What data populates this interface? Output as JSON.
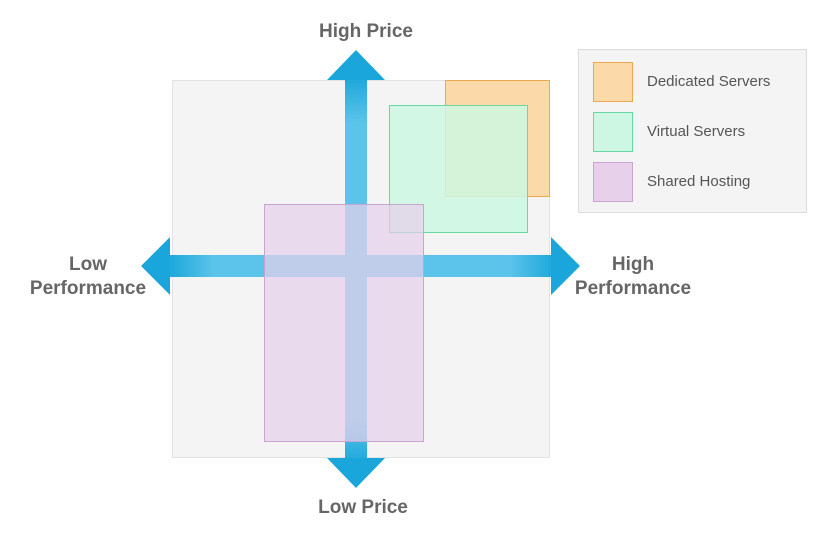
{
  "axes": {
    "top_label": "High Price",
    "bottom_label": "Low Price",
    "left_label": [
      "Low",
      "Performance"
    ],
    "right_label": [
      "High",
      "Performance"
    ]
  },
  "legend": {
    "items": [
      {
        "label": "Dedicated Servers",
        "fill": "#fbd9a8",
        "stroke": "#f0a850"
      },
      {
        "label": "Virtual Servers",
        "fill": "#cdf7e2",
        "stroke": "#6ad8a2"
      },
      {
        "label": "Shared Hosting",
        "fill": "#e6d0ea",
        "stroke": "#c9a4d0"
      }
    ]
  },
  "colors": {
    "arrow": "#1aa6da",
    "arrow_light": "#5cc4ea",
    "label": "#666666",
    "plot_background": "#f4f4f4"
  }
}
